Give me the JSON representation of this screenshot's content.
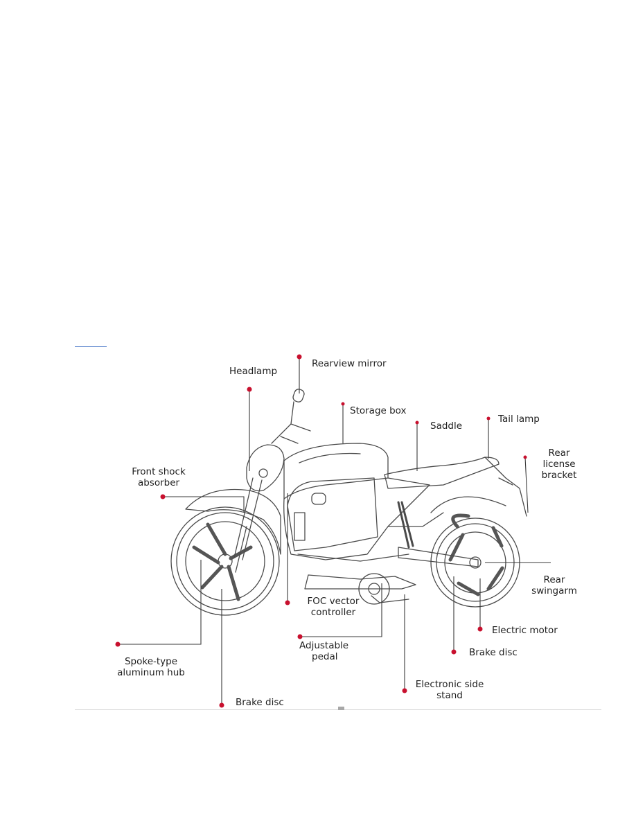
{
  "labels": {
    "rearview_mirror": "Rearview mirror",
    "headlamp": "Headlamp",
    "storage_box": "Storage box",
    "saddle": "Saddle",
    "tail_lamp": "Tail lamp",
    "rear_license_bracket": [
      "Rear",
      "license",
      "bracket"
    ],
    "front_shock_absorber": [
      "Front shock",
      "absorber"
    ],
    "rear_swingarm": [
      "Rear",
      "swingarm"
    ],
    "foc_vector_controller": [
      "FOC vector",
      "controller"
    ],
    "electric_motor": "Electric motor",
    "adjustable_pedal": [
      "Adjustable",
      "pedal"
    ],
    "brake_disc_rear": "Brake disc",
    "spoke_type_hub": [
      "Spoke-type",
      "aluminum hub"
    ],
    "electronic_side_stand": [
      "Electronic side",
      "stand"
    ],
    "brake_disc_front": "Brake disc"
  },
  "colors": {
    "line": "#3a3a3a",
    "marker": "#c8102e",
    "link_underline": "#4a78c8"
  }
}
